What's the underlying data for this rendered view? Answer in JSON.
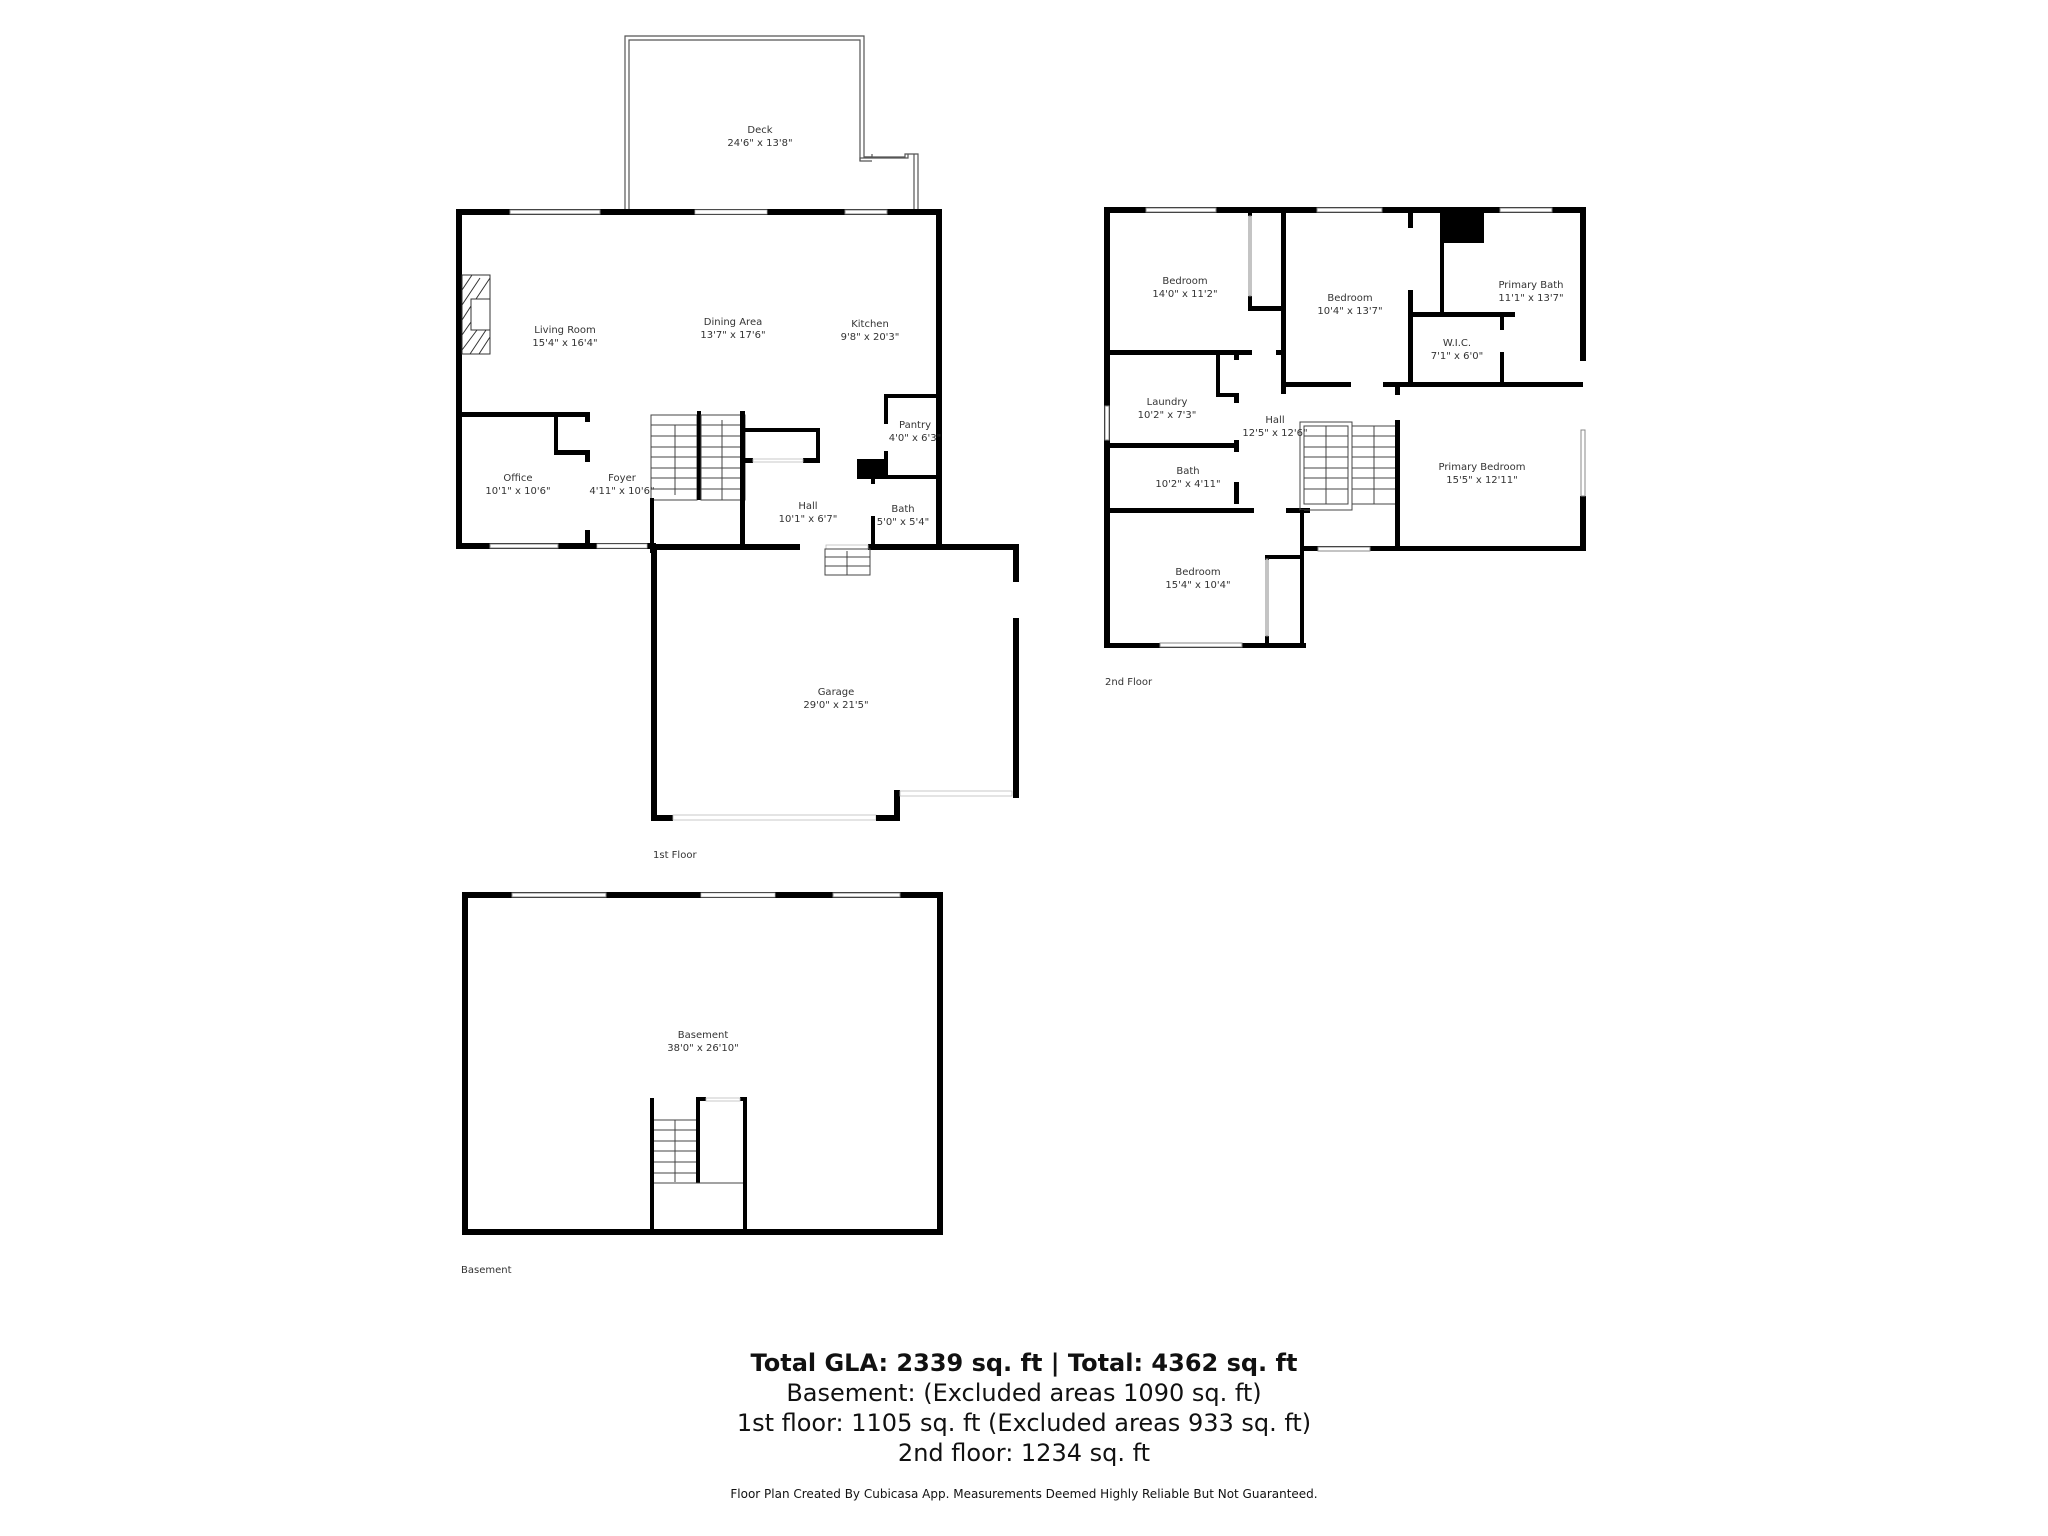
{
  "floors": {
    "first": {
      "label": "1st Floor",
      "rooms": [
        {
          "name": "Deck",
          "dim": "24'6\" x 13'8\""
        },
        {
          "name": "Living Room",
          "dim": "15'4\" x 16'4\""
        },
        {
          "name": "Dining Area",
          "dim": "13'7\" x 17'6\""
        },
        {
          "name": "Kitchen",
          "dim": "9'8\" x 20'3\""
        },
        {
          "name": "Pantry",
          "dim": "4'0\" x 6'3\""
        },
        {
          "name": "Office",
          "dim": "10'1\" x 10'6\""
        },
        {
          "name": "Foyer",
          "dim": "4'11\" x 10'6\""
        },
        {
          "name": "Hall",
          "dim": "10'1\" x 6'7\""
        },
        {
          "name": "Bath",
          "dim": "5'0\" x 5'4\""
        },
        {
          "name": "Garage",
          "dim": "29'0\" x 21'5\""
        }
      ]
    },
    "second": {
      "label": "2nd Floor",
      "rooms": [
        {
          "name": "Bedroom",
          "dim": "14'0\" x 11'2\""
        },
        {
          "name": "Bedroom",
          "dim": "10'4\" x 13'7\""
        },
        {
          "name": "Primary Bath",
          "dim": "11'1\" x 13'7\""
        },
        {
          "name": "W.I.C.",
          "dim": "7'1\" x 6'0\""
        },
        {
          "name": "Laundry",
          "dim": "10'2\" x 7'3\""
        },
        {
          "name": "Hall",
          "dim": "12'5\" x 12'6\""
        },
        {
          "name": "Bath",
          "dim": "10'2\" x 4'11\""
        },
        {
          "name": "Primary Bedroom",
          "dim": "15'5\" x 12'11\""
        },
        {
          "name": "Bedroom",
          "dim": "15'4\" x 10'4\""
        }
      ]
    },
    "basement": {
      "label": "Basement",
      "rooms": [
        {
          "name": "Basement",
          "dim": "38'0\" x 26'10\""
        }
      ]
    }
  },
  "summary": {
    "headline": "Total GLA: 2339 sq. ft | Total: 4362 sq. ft",
    "basement": "Basement: (Excluded areas 1090 sq. ft)",
    "first_floor": "1st floor: 1105 sq. ft (Excluded areas 933 sq. ft)",
    "second_floor": "2nd floor: 1234 sq. ft",
    "disclaimer": "Floor Plan Created By Cubicasa App. Measurements Deemed Highly Reliable But Not Guaranteed."
  }
}
